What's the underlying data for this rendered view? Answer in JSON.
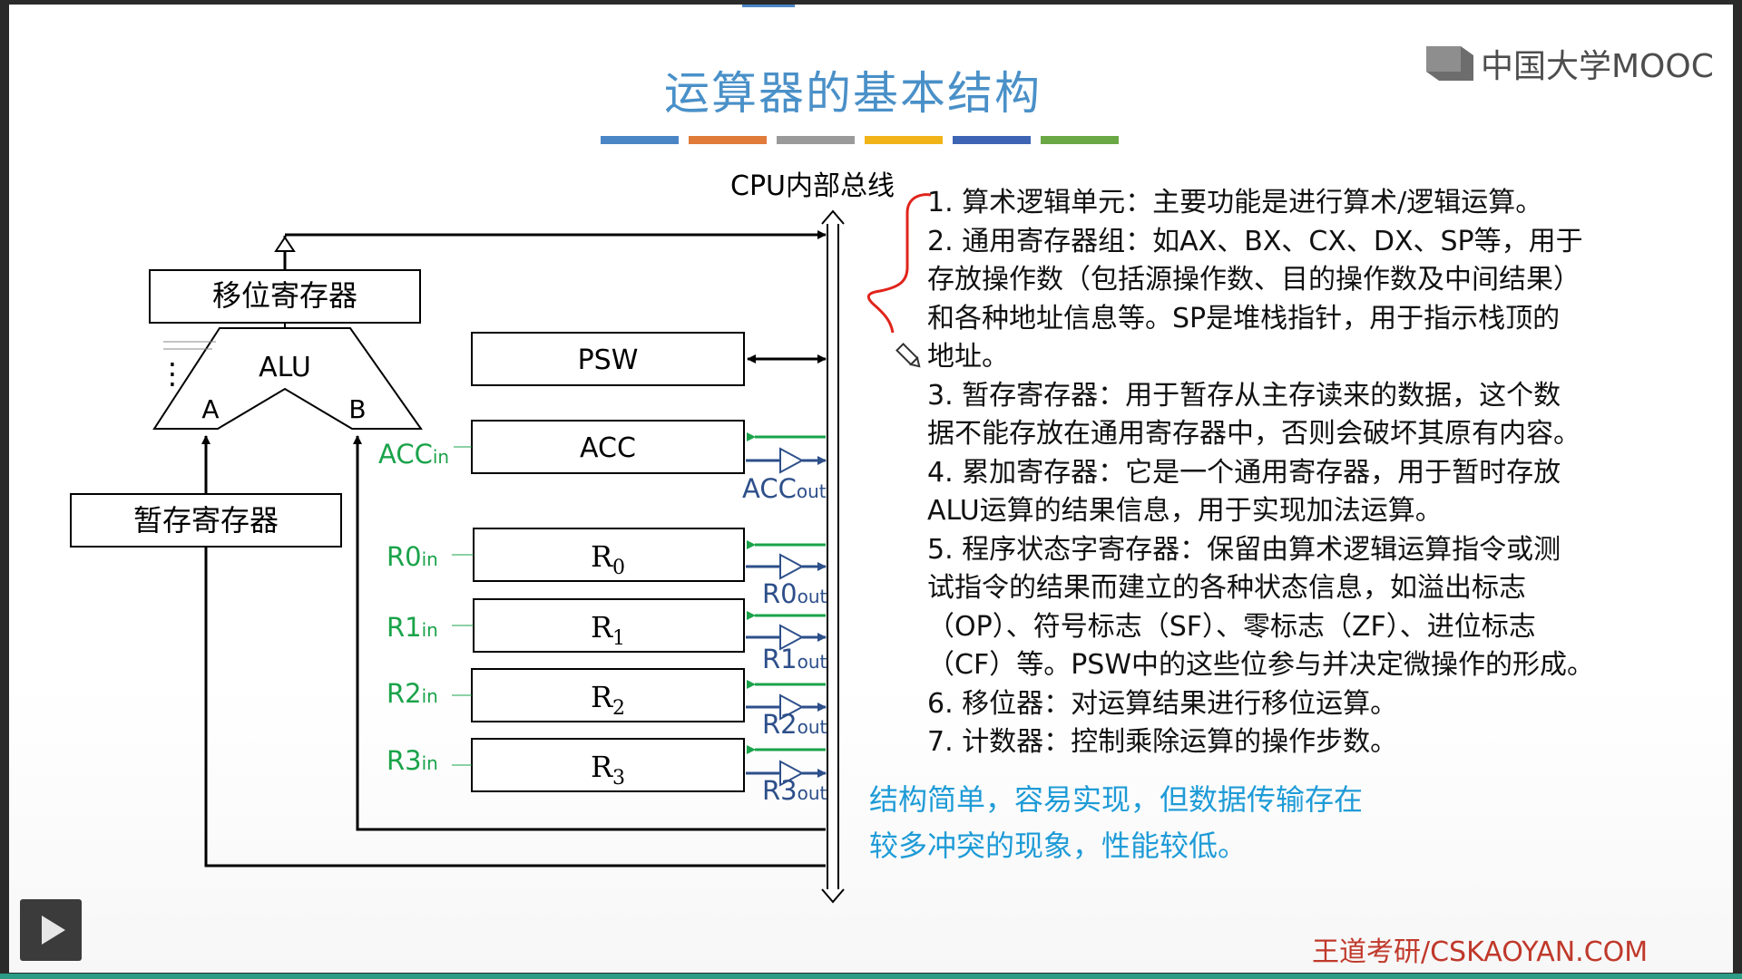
{
  "slide": {
    "title": "运算器的基本结构",
    "stripe_colors": [
      "#4a86c5",
      "#e07b39",
      "#9a9a9a",
      "#f0b419",
      "#3e64b4",
      "#6aa846"
    ],
    "brand_logo_text": "中国大学MOOC",
    "footer_brand": "王道考研/CSKAOYAN.COM"
  },
  "diagram": {
    "bus_label": "CPU内部总线",
    "shift_register": "移位寄存器",
    "alu": "ALU",
    "alu_port_a": "A",
    "alu_port_b": "B",
    "alu_dots": "⋮",
    "temp_register": "暂存寄存器",
    "psw": "PSW",
    "acc": "ACC",
    "r0": "R",
    "r0_sub": "0",
    "r1": "R",
    "r1_sub": "1",
    "r2": "R",
    "r2_sub": "2",
    "r3": "R",
    "r3_sub": "3",
    "acc_in": "ACC",
    "acc_in_sub": "in",
    "acc_out": "ACC",
    "acc_out_sub": "out",
    "r0_in": "R0",
    "r0_in_sub": "in",
    "r0_out": "R0",
    "r0_out_sub": "out",
    "r1_in": "R1",
    "r1_in_sub": "in",
    "r1_out": "R1",
    "r1_out_sub": "out",
    "r2_in": "R2",
    "r2_in_sub": "in",
    "r2_out": "R2",
    "r2_out_sub": "out",
    "r3_in": "R3",
    "r3_in_sub": "in",
    "r3_out": "R3",
    "r3_out_sub": "out"
  },
  "explanation": [
    "1. 算术逻辑单元：主要功能是进行算术/逻辑运算。",
    "2. 通用寄存器组：如AX、BX、CX、DX、SP等，用于",
    "存放操作数（包括源操作数、目的操作数及中间结果）",
    "和各种地址信息等。SP是堆栈指针，用于指示栈顶的",
    "地址。",
    "3. 暂存寄存器：用于暂存从主存读来的数据，这个数",
    "据不能存放在通用寄存器中，否则会破坏其原有内容。",
    "4. 累加寄存器：它是一个通用寄存器，用于暂时存放",
    "ALU运算的结果信息，用于实现加法运算。",
    "5. 程序状态字寄存器：保留由算术逻辑运算指令或测",
    "试指令的结果而建立的各种状态信息，如溢出标志",
    "（OP）、符号标志（SF）、零标志（ZF）、进位标志",
    "（CF）等。PSW中的这些位参与并决定微操作的形成。",
    "6. 移位器：对运算结果进行移位运算。",
    "7. 计数器：控制乘除运算的操作步数。"
  ],
  "summary": [
    "结构简单，容易实现，但数据传输存在",
    "较多冲突的现象，性能较低。"
  ],
  "colors": {
    "green_signal": "#1aa34a",
    "blue_gate": "#2d4f8a",
    "summary_text": "#1e9bd7",
    "title": "#4a90c8",
    "annotation_red": "#e0241b",
    "footer": "#c0392b"
  },
  "icons": {
    "pen": "pencil-icon",
    "play": "play-icon"
  }
}
